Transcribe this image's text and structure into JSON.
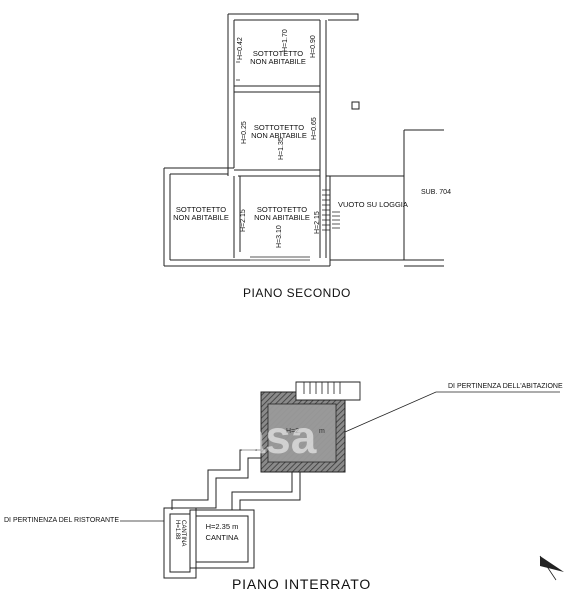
{
  "piano_secondo": {
    "title": "PIANO SECONDO",
    "rooms": [
      {
        "line1": "SOTTOTETTO",
        "line2": "NON ABITABILE"
      },
      {
        "line1": "SOTTOTETTO",
        "line2": "NON ABITABILE"
      },
      {
        "line1": "SOTTOTETTO",
        "line2": "NON ABITABILE"
      },
      {
        "line1": "SOTTOTETTO",
        "line2": "NON ABITABILE"
      }
    ],
    "heights": [
      "H=0.42",
      "H=1.70",
      "H=0.90",
      "H=0.25",
      "H=0.65",
      "H=1.35",
      "H=2.15",
      "H=3.10",
      "H=2.15"
    ],
    "loggia_label": "VUOTO SU LOGGIA",
    "sub_label": "SUB. 704"
  },
  "piano_interrato": {
    "title": "PIANO INTERRATO",
    "pertinenza_abitazione": "DI PERTINENZA DELL'ABITAZIONE",
    "pertinenza_ristorante": "DI PERTINENZA DEL RISTORANTE",
    "cantina_height": "H=2.35 m",
    "cantina_label": "CANTINA",
    "small_cantina_label": "CANTINA",
    "small_cantina_height": "H=1.88",
    "upper_room_height": "H=2.",
    "upper_room_unit": "m"
  },
  "watermark": "casa"
}
